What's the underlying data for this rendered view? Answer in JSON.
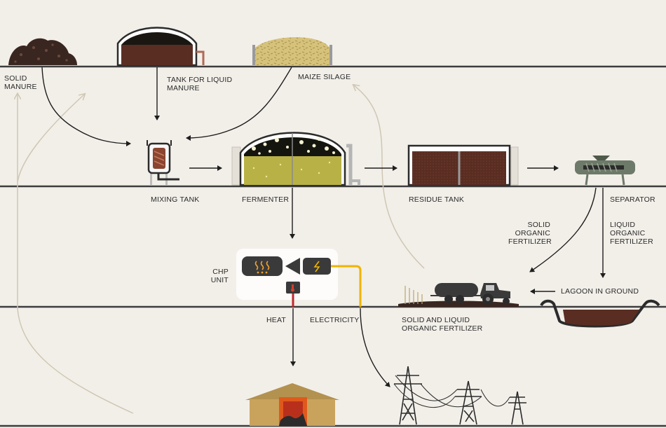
{
  "labels": {
    "solid_manure": "SOLID\nMANURE",
    "tank_liquid_manure": "TANK FOR LIQUID\nMANURE",
    "maize_silage": "MAIZE SILAGE",
    "mixing_tank": "MIXING TANK",
    "fermenter": "FERMENTER",
    "residue_tank": "RESIDUE TANK",
    "separator": "SEPARATOR",
    "solid_organic_fertilizer": "SOLID\nORGANIC\nFERTILIZER",
    "liquid_organic_fertilizer": "LIQUID\nORGANIC\nFERTILIZER",
    "chp_unit": "CHP\nUNIT",
    "lagoon_in_ground": "LAGOON IN GROUND",
    "heat": "HEAT",
    "electricity": "ELECTRICITY",
    "solid_liquid_fertilizer": "SOLID AND LIQUID\nORGANIC FERTILIZER"
  },
  "colors": {
    "background": "#f2efe9",
    "ground_line": "#3d3d3d",
    "manure": "#3a2620",
    "tank_liquid": "#5a2d22",
    "silage": "#d6c27a",
    "fermenter_liquid": "#b8b246",
    "gas": "#15150f",
    "chp_box": "#fdfcfb",
    "heat_line": "#c0282d",
    "electricity_line": "#f0b400",
    "return_arrow": "#cfc7b3",
    "separator": "#6e7a69",
    "barn": "#c9a35c"
  }
}
